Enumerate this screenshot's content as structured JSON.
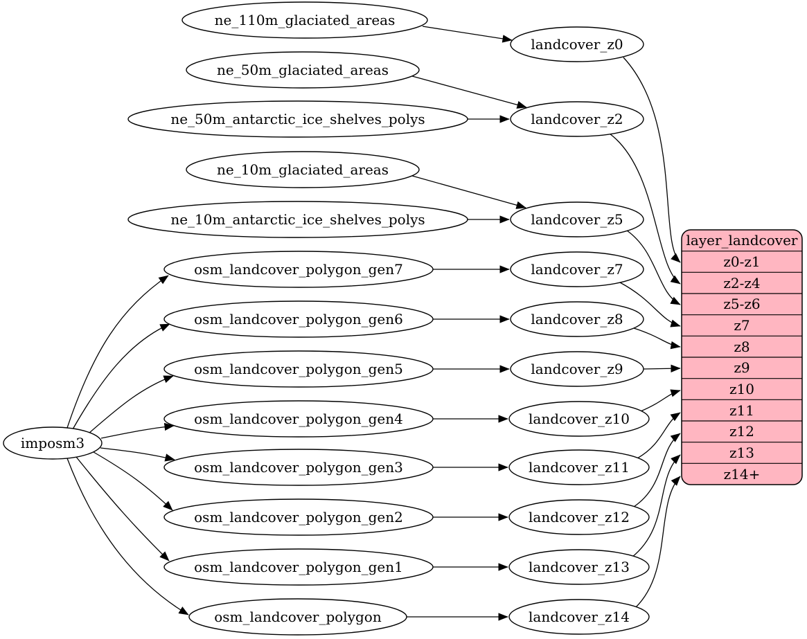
{
  "colors": {
    "background": "#ffffff",
    "node_fill": "#ffffff",
    "edge_stroke": "#000000",
    "layer_table_fill": "#ffb6c1"
  },
  "nodes": {
    "imposm3": "imposm3",
    "ne_110m_glaciated_areas": "ne_110m_glaciated_areas",
    "ne_50m_glaciated_areas": "ne_50m_glaciated_areas",
    "ne_50m_antarctic_ice_shelves_polys": "ne_50m_antarctic_ice_shelves_polys",
    "ne_10m_glaciated_areas": "ne_10m_glaciated_areas",
    "ne_10m_antarctic_ice_shelves_polys": "ne_10m_antarctic_ice_shelves_polys",
    "osm_landcover_polygon_gen7": "osm_landcover_polygon_gen7",
    "osm_landcover_polygon_gen6": "osm_landcover_polygon_gen6",
    "osm_landcover_polygon_gen5": "osm_landcover_polygon_gen5",
    "osm_landcover_polygon_gen4": "osm_landcover_polygon_gen4",
    "osm_landcover_polygon_gen3": "osm_landcover_polygon_gen3",
    "osm_landcover_polygon_gen2": "osm_landcover_polygon_gen2",
    "osm_landcover_polygon_gen1": "osm_landcover_polygon_gen1",
    "osm_landcover_polygon": "osm_landcover_polygon",
    "landcover_z0": "landcover_z0",
    "landcover_z2": "landcover_z2",
    "landcover_z5": "landcover_z5",
    "landcover_z7": "landcover_z7",
    "landcover_z8": "landcover_z8",
    "landcover_z9": "landcover_z9",
    "landcover_z10": "landcover_z10",
    "landcover_z11": "landcover_z11",
    "landcover_z12": "landcover_z12",
    "landcover_z13": "landcover_z13",
    "landcover_z14": "landcover_z14"
  },
  "layer_table": {
    "title": "layer_landcover",
    "rows": [
      "z0-z1",
      "z2-z4",
      "z5-z6",
      "z7",
      "z8",
      "z9",
      "z10",
      "z11",
      "z12",
      "z13",
      "z14+"
    ]
  },
  "edges": [
    {
      "from": "ne_110m_glaciated_areas",
      "to": "landcover_z0"
    },
    {
      "from": "ne_50m_glaciated_areas",
      "to": "landcover_z2"
    },
    {
      "from": "ne_50m_antarctic_ice_shelves_polys",
      "to": "landcover_z2"
    },
    {
      "from": "ne_10m_glaciated_areas",
      "to": "landcover_z5"
    },
    {
      "from": "ne_10m_antarctic_ice_shelves_polys",
      "to": "landcover_z5"
    },
    {
      "from": "imposm3",
      "to": "osm_landcover_polygon_gen7"
    },
    {
      "from": "imposm3",
      "to": "osm_landcover_polygon_gen6"
    },
    {
      "from": "imposm3",
      "to": "osm_landcover_polygon_gen5"
    },
    {
      "from": "imposm3",
      "to": "osm_landcover_polygon_gen4"
    },
    {
      "from": "imposm3",
      "to": "osm_landcover_polygon_gen3"
    },
    {
      "from": "imposm3",
      "to": "osm_landcover_polygon_gen2"
    },
    {
      "from": "imposm3",
      "to": "osm_landcover_polygon_gen1"
    },
    {
      "from": "imposm3",
      "to": "osm_landcover_polygon"
    },
    {
      "from": "osm_landcover_polygon_gen7",
      "to": "landcover_z7"
    },
    {
      "from": "osm_landcover_polygon_gen6",
      "to": "landcover_z8"
    },
    {
      "from": "osm_landcover_polygon_gen5",
      "to": "landcover_z9"
    },
    {
      "from": "osm_landcover_polygon_gen4",
      "to": "landcover_z10"
    },
    {
      "from": "osm_landcover_polygon_gen3",
      "to": "landcover_z11"
    },
    {
      "from": "osm_landcover_polygon_gen2",
      "to": "landcover_z12"
    },
    {
      "from": "osm_landcover_polygon_gen1",
      "to": "landcover_z13"
    },
    {
      "from": "osm_landcover_polygon",
      "to": "landcover_z14"
    },
    {
      "from": "landcover_z0",
      "to": "layer_landcover.z0-z1"
    },
    {
      "from": "landcover_z2",
      "to": "layer_landcover.z2-z4"
    },
    {
      "from": "landcover_z5",
      "to": "layer_landcover.z5-z6"
    },
    {
      "from": "landcover_z7",
      "to": "layer_landcover.z7"
    },
    {
      "from": "landcover_z8",
      "to": "layer_landcover.z8"
    },
    {
      "from": "landcover_z9",
      "to": "layer_landcover.z9"
    },
    {
      "from": "landcover_z10",
      "to": "layer_landcover.z10"
    },
    {
      "from": "landcover_z11",
      "to": "layer_landcover.z11"
    },
    {
      "from": "landcover_z12",
      "to": "layer_landcover.z12"
    },
    {
      "from": "landcover_z13",
      "to": "layer_landcover.z13"
    },
    {
      "from": "landcover_z14",
      "to": "layer_landcover.z14+"
    }
  ]
}
